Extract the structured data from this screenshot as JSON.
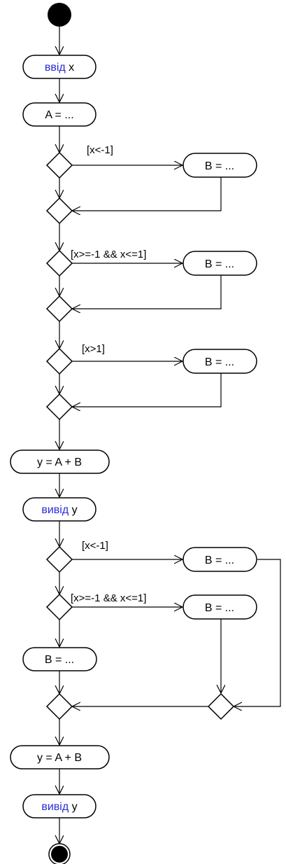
{
  "colors": {
    "keyword": "#2a2ad6",
    "line": "#000000",
    "background": "#ffffff"
  },
  "nodes": {
    "input": {
      "keyword": "ввід",
      "rest": " x"
    },
    "assignA": "A = ...",
    "b1": "B = ...",
    "b2": "B = ...",
    "b3": "B = ...",
    "y1": "y = A + B",
    "output1": {
      "keyword": "вивід",
      "rest": " y"
    },
    "b4": "B = ...",
    "b5": "B = ...",
    "b6": "B = ...",
    "y2": "y = A + B",
    "output2": {
      "keyword": "вивід",
      "rest": " y"
    }
  },
  "guards": {
    "g1": "[x<-1]",
    "g2": "[x>=-1 && x<=1]",
    "g3": "[x>1]",
    "g4": "[x<-1]",
    "g5": "[x>=-1 && x<=1]"
  }
}
